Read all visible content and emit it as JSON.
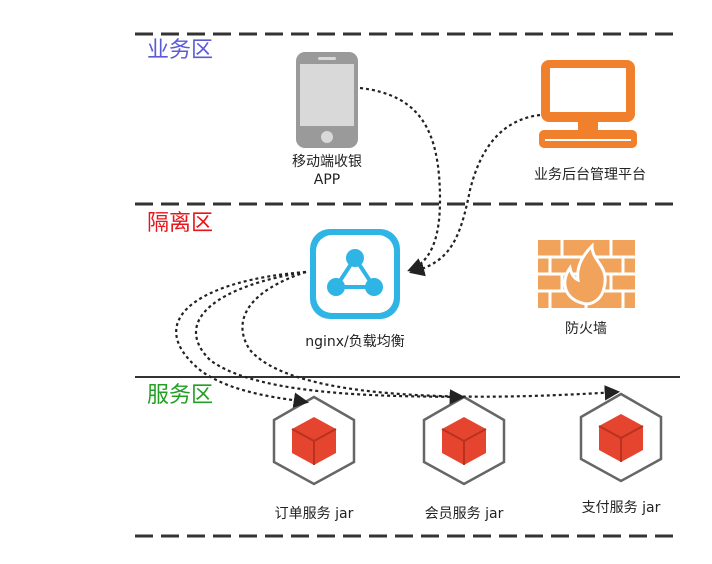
{
  "zones": {
    "business": {
      "title": "业务区",
      "color": "#5b5bd6"
    },
    "isolation": {
      "title": "隔离区",
      "color": "#e8141a"
    },
    "service": {
      "title": "服务区",
      "color": "#22a022"
    }
  },
  "nodes": {
    "mobile_app": {
      "label_line1": "移动端收银",
      "label_line2": "APP",
      "icon": "smartphone-icon"
    },
    "admin_platform": {
      "label": "业务后台管理平台",
      "icon": "desktop-computer-icon"
    },
    "nginx": {
      "label": "nginx/负载均衡",
      "icon": "load-balancer-icon"
    },
    "firewall": {
      "label": "防火墙",
      "icon": "firewall-icon"
    },
    "order_service": {
      "label": "订单服务 jar",
      "icon": "package-cube-icon"
    },
    "member_service": {
      "label": "会员服务 jar",
      "icon": "package-cube-icon"
    },
    "payment_service": {
      "label": "支付服务 jar",
      "icon": "package-cube-icon"
    }
  },
  "colors": {
    "orange": "#f0802c",
    "nginx_blue": "#2fb4e6",
    "cube_red": "#e5452e",
    "firewall": "#f1a35b"
  }
}
